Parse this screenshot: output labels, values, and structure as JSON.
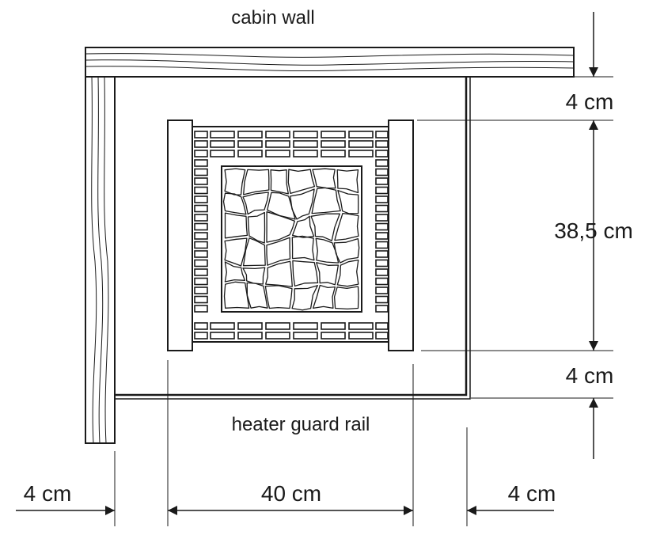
{
  "labels": {
    "cabin_wall": "cabin wall",
    "guard_rail": "heater guard rail"
  },
  "dimensions": {
    "top_gap": "4 cm",
    "heater_depth": "38,5 cm",
    "bottom_gap": "4 cm",
    "left_gap": "4 cm",
    "heater_width": "40 cm",
    "right_gap": "4 cm"
  },
  "colors": {
    "ink": "#1a1a1a",
    "background": "#ffffff"
  }
}
